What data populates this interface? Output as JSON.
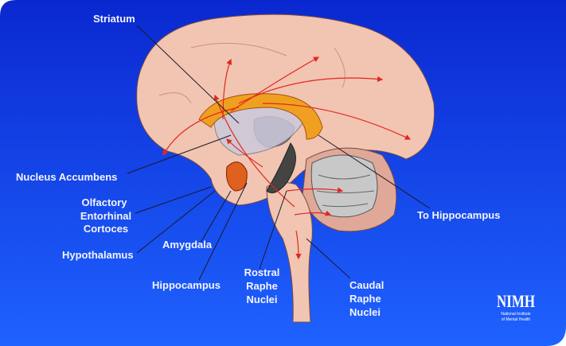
{
  "labels": {
    "striatum": "Striatum",
    "nucleus_accumbens": "Nucleus Accumbens",
    "olfactory_1": "Olfactory",
    "olfactory_2": "Entorhinal",
    "olfactory_3": "Cortoces",
    "hypothalamus": "Hypothalamus",
    "amygdala": "Amygdala",
    "hippocampus": "Hippocampus",
    "rostral_1": "Rostral",
    "rostral_2": "Raphe",
    "rostral_3": "Nuclei",
    "caudal_1": "Caudal",
    "caudal_2": "Raphe",
    "caudal_3": "Nuclei",
    "to_hippocampus": "To Hippocampus"
  },
  "logo": {
    "name": "NIMH",
    "subtitle_1": "National Institute",
    "subtitle_2": "of Mental Health"
  },
  "colors": {
    "background_top": "#0a2fd8",
    "background_bottom": "#1c5cff",
    "brain": "#f2c4b2",
    "pathway": "#e0281e",
    "cerebellum": "#c8c8c8"
  }
}
